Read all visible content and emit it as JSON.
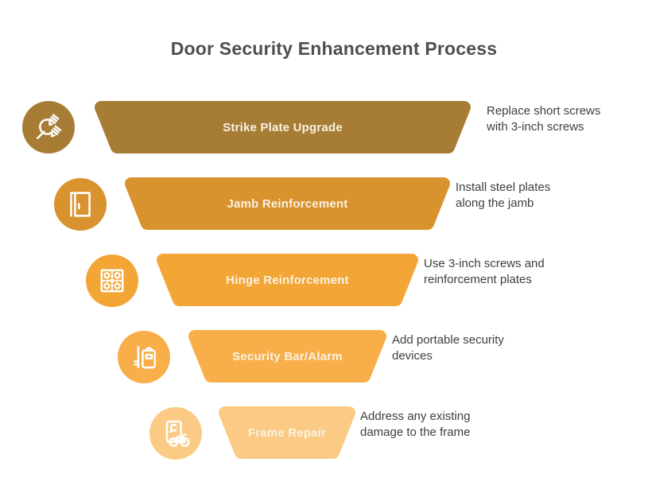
{
  "title": "Door Security Enhancement Process",
  "colors": {
    "background": "#FFFFFF",
    "title_text": "#4E4E4E",
    "description_text": "#3E3E3E",
    "bar_label_text": "#F9F2E2"
  },
  "steps": [
    {
      "label": "Strike Plate Upgrade",
      "desc_line1": "Replace short screws",
      "desc_line2": "with 3-inch screws",
      "color": "#A77C35",
      "icon": "wrench-and-screws-icon"
    },
    {
      "label": "Jamb Reinforcement",
      "desc_line1": "Install steel plates",
      "desc_line2": "along the jamb",
      "color": "#D8922E",
      "icon": "door-jamb-icon"
    },
    {
      "label": "Hinge Reinforcement",
      "desc_line1": "Use 3-inch screws and",
      "desc_line2": "reinforcement plates",
      "color": "#F3A636",
      "icon": "hinge-plate-icon"
    },
    {
      "label": "Security Bar/Alarm",
      "desc_line1": "Add portable security",
      "desc_line2": "devices",
      "color": "#F8AE49",
      "icon": "security-bar-alarm-icon"
    },
    {
      "label": "Frame Repair",
      "desc_line1": "Address any existing",
      "desc_line2": "damage to the frame",
      "color": "#FBCB85",
      "icon": "frame-repair-icon"
    }
  ]
}
